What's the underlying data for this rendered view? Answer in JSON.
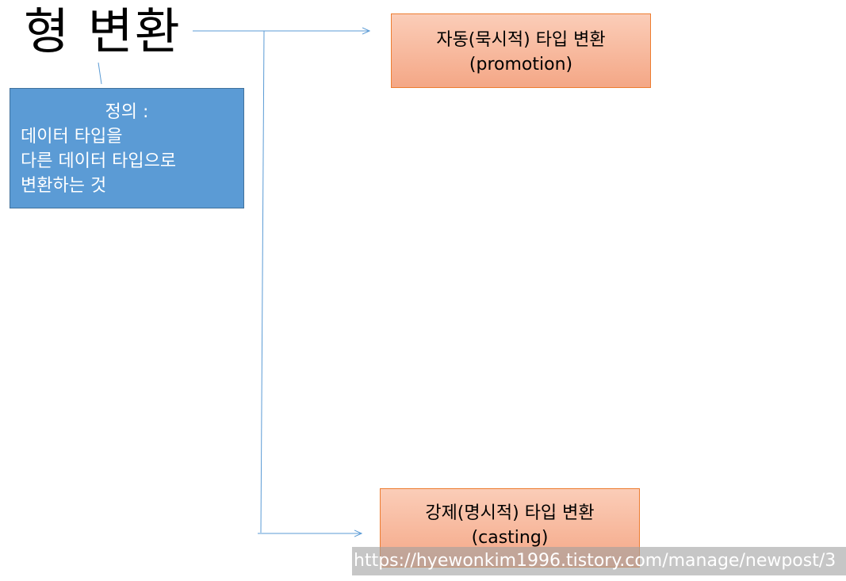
{
  "title": "형 변환",
  "definition": {
    "heading": "정의 :",
    "lines": [
      "데이터 타입을",
      "다른 데이터 타입으로",
      "변환하는 것"
    ]
  },
  "promotion": {
    "line1": "자동(묵시적) 타입 변환",
    "line2": "(promotion)"
  },
  "casting": {
    "line1": "강제(명시적) 타입 변환",
    "line2": "(casting)"
  },
  "watermark": "https://hyewonkim1996.tistory.com/manage/newpost/3",
  "colors": {
    "definition_fill": "#5b9bd5",
    "box_fill_top": "#fbcdb8",
    "box_fill_bottom": "#f4a786",
    "box_border": "#ed7d31",
    "connector": "#5b9bd5"
  }
}
